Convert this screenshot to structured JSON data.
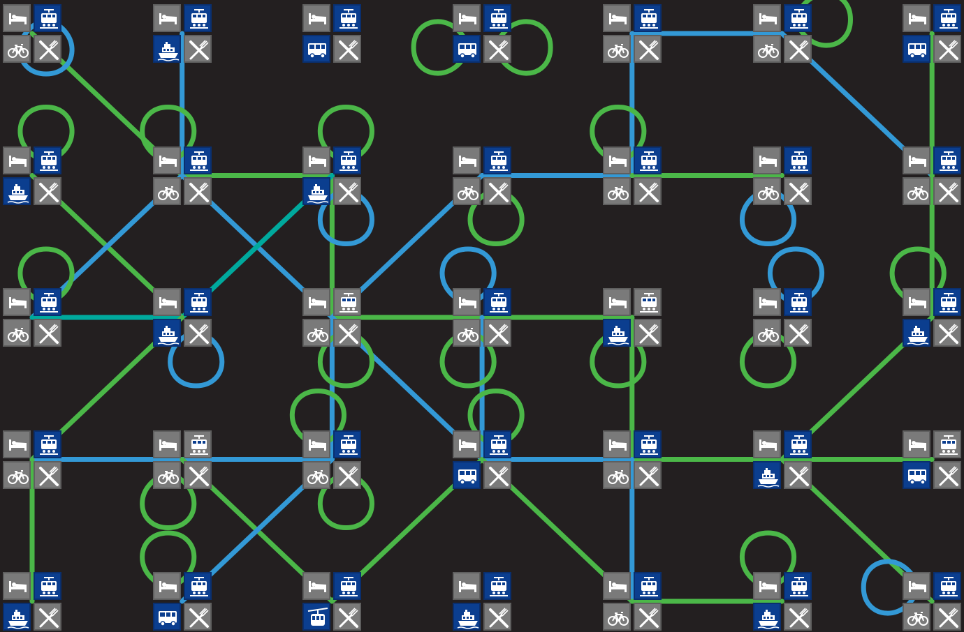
{
  "board": {
    "title": ""
  },
  "colors": {
    "background": "#231f20",
    "route_green": "#4bb748",
    "route_blue": "#3399d6",
    "route_teal": "#00a99d",
    "tile_gray": "#7a7a7a",
    "tile_blue": "#0b3e8f"
  },
  "grid": {
    "columns": 7,
    "rows": 5
  },
  "station_icon_legend": [
    "bed-icon",
    "tram-icon",
    "bicycle-icon",
    "ferry-icon",
    "bus-icon",
    "cable-car-icon",
    "fork-knife-icon"
  ],
  "stations": [
    {
      "col": 0,
      "row": 0,
      "icons": [
        "bed-icon",
        "tram-icon",
        "bicycle-icon",
        "fork-knife-icon"
      ],
      "highlight": [
        1
      ]
    },
    {
      "col": 1,
      "row": 0,
      "icons": [
        "bed-icon",
        "tram-icon",
        "ferry-icon",
        "fork-knife-icon"
      ],
      "highlight": [
        1,
        2
      ]
    },
    {
      "col": 2,
      "row": 0,
      "icons": [
        "bed-icon",
        "tram-icon",
        "bus-icon",
        "fork-knife-icon"
      ],
      "highlight": [
        1,
        2
      ]
    },
    {
      "col": 3,
      "row": 0,
      "icons": [
        "bed-icon",
        "tram-icon",
        "bus-icon",
        "fork-knife-icon"
      ],
      "highlight": [
        1,
        2
      ]
    },
    {
      "col": 4,
      "row": 0,
      "icons": [
        "bed-icon",
        "tram-icon",
        "bicycle-icon",
        "fork-knife-icon"
      ],
      "highlight": [
        1
      ]
    },
    {
      "col": 5,
      "row": 0,
      "icons": [
        "bed-icon",
        "tram-icon",
        "bicycle-icon",
        "fork-knife-icon"
      ],
      "highlight": [
        1
      ]
    },
    {
      "col": 6,
      "row": 0,
      "icons": [
        "bed-icon",
        "tram-icon",
        "bus-icon",
        "fork-knife-icon"
      ],
      "highlight": [
        1,
        2
      ]
    },
    {
      "col": 0,
      "row": 1,
      "icons": [
        "bed-icon",
        "tram-icon",
        "ferry-icon",
        "fork-knife-icon"
      ],
      "highlight": [
        1,
        2
      ]
    },
    {
      "col": 1,
      "row": 1,
      "icons": [
        "bed-icon",
        "tram-icon",
        "bicycle-icon",
        "fork-knife-icon"
      ],
      "highlight": [
        1
      ]
    },
    {
      "col": 2,
      "row": 1,
      "icons": [
        "bed-icon",
        "tram-icon",
        "ferry-icon",
        "fork-knife-icon"
      ],
      "highlight": [
        1,
        2
      ]
    },
    {
      "col": 3,
      "row": 1,
      "icons": [
        "bed-icon",
        "tram-icon",
        "bicycle-icon",
        "fork-knife-icon"
      ],
      "highlight": [
        1
      ]
    },
    {
      "col": 4,
      "row": 1,
      "icons": [
        "bed-icon",
        "tram-icon",
        "bicycle-icon",
        "fork-knife-icon"
      ],
      "highlight": [
        1
      ]
    },
    {
      "col": 5,
      "row": 1,
      "icons": [
        "bed-icon",
        "tram-icon",
        "bicycle-icon",
        "fork-knife-icon"
      ],
      "highlight": [
        1
      ]
    },
    {
      "col": 6,
      "row": 1,
      "icons": [
        "bed-icon",
        "tram-icon",
        "bicycle-icon",
        "fork-knife-icon"
      ],
      "highlight": [
        1
      ]
    },
    {
      "col": 0,
      "row": 2,
      "icons": [
        "bed-icon",
        "tram-icon",
        "bicycle-icon",
        "fork-knife-icon"
      ],
      "highlight": [
        1
      ]
    },
    {
      "col": 1,
      "row": 2,
      "icons": [
        "bed-icon",
        "tram-icon",
        "ferry-icon",
        "fork-knife-icon"
      ],
      "highlight": [
        1,
        2
      ]
    },
    {
      "col": 2,
      "row": 2,
      "icons": [
        "bed-icon",
        "tram-icon",
        "bicycle-icon",
        "fork-knife-icon"
      ],
      "highlight": []
    },
    {
      "col": 3,
      "row": 2,
      "icons": [
        "bed-icon",
        "tram-icon",
        "bicycle-icon",
        "fork-knife-icon"
      ],
      "highlight": [
        1
      ]
    },
    {
      "col": 4,
      "row": 2,
      "icons": [
        "bed-icon",
        "tram-icon",
        "ferry-icon",
        "fork-knife-icon"
      ],
      "highlight": [
        2
      ]
    },
    {
      "col": 5,
      "row": 2,
      "icons": [
        "bed-icon",
        "tram-icon",
        "bicycle-icon",
        "fork-knife-icon"
      ],
      "highlight": [
        1
      ]
    },
    {
      "col": 6,
      "row": 2,
      "icons": [
        "bed-icon",
        "tram-icon",
        "ferry-icon",
        "fork-knife-icon"
      ],
      "highlight": [
        1,
        2
      ]
    },
    {
      "col": 0,
      "row": 3,
      "icons": [
        "bed-icon",
        "tram-icon",
        "bicycle-icon",
        "fork-knife-icon"
      ],
      "highlight": [
        1
      ]
    },
    {
      "col": 1,
      "row": 3,
      "icons": [
        "bed-icon",
        "tram-icon",
        "bicycle-icon",
        "fork-knife-icon"
      ],
      "highlight": []
    },
    {
      "col": 2,
      "row": 3,
      "icons": [
        "bed-icon",
        "tram-icon",
        "bicycle-icon",
        "fork-knife-icon"
      ],
      "highlight": [
        1
      ]
    },
    {
      "col": 3,
      "row": 3,
      "icons": [
        "bed-icon",
        "tram-icon",
        "bus-icon",
        "fork-knife-icon"
      ],
      "highlight": [
        1,
        2
      ]
    },
    {
      "col": 4,
      "row": 3,
      "icons": [
        "bed-icon",
        "tram-icon",
        "bicycle-icon",
        "fork-knife-icon"
      ],
      "highlight": [
        1
      ]
    },
    {
      "col": 5,
      "row": 3,
      "icons": [
        "bed-icon",
        "tram-icon",
        "ferry-icon",
        "fork-knife-icon"
      ],
      "highlight": [
        1,
        2
      ]
    },
    {
      "col": 6,
      "row": 3,
      "icons": [
        "bed-icon",
        "tram-icon",
        "bus-icon",
        "fork-knife-icon"
      ],
      "highlight": [
        2
      ]
    },
    {
      "col": 0,
      "row": 4,
      "icons": [
        "bed-icon",
        "tram-icon",
        "ferry-icon",
        "fork-knife-icon"
      ],
      "highlight": [
        1,
        2
      ]
    },
    {
      "col": 1,
      "row": 4,
      "icons": [
        "bed-icon",
        "tram-icon",
        "bus-icon",
        "fork-knife-icon"
      ],
      "highlight": [
        1,
        2
      ]
    },
    {
      "col": 2,
      "row": 4,
      "icons": [
        "bed-icon",
        "tram-icon",
        "cable-car-icon",
        "fork-knife-icon"
      ],
      "highlight": [
        1,
        2
      ]
    },
    {
      "col": 3,
      "row": 4,
      "icons": [
        "bed-icon",
        "tram-icon",
        "ferry-icon",
        "fork-knife-icon"
      ],
      "highlight": [
        1,
        2
      ]
    },
    {
      "col": 4,
      "row": 4,
      "icons": [
        "bed-icon",
        "tram-icon",
        "bicycle-icon",
        "fork-knife-icon"
      ],
      "highlight": [
        1
      ]
    },
    {
      "col": 5,
      "row": 4,
      "icons": [
        "bed-icon",
        "tram-icon",
        "ferry-icon",
        "fork-knife-icon"
      ],
      "highlight": [
        1,
        2
      ]
    },
    {
      "col": 6,
      "row": 4,
      "icons": [
        "bed-icon",
        "tram-icon",
        "bicycle-icon",
        "fork-knife-icon"
      ],
      "highlight": [
        1
      ]
    }
  ],
  "connections": [
    {
      "from": [
        0,
        0
      ],
      "to": [
        1,
        1
      ],
      "color": "green"
    },
    {
      "from": [
        1,
        0
      ],
      "to": [
        1,
        1
      ],
      "color": "blue"
    },
    {
      "from": [
        4,
        0
      ],
      "to": [
        5,
        0
      ],
      "color": "blue"
    },
    {
      "from": [
        4,
        0
      ],
      "to": [
        4,
        1
      ],
      "color": "blue"
    },
    {
      "from": [
        5,
        0
      ],
      "to": [
        6,
        1
      ],
      "color": "blue"
    },
    {
      "from": [
        6,
        0
      ],
      "to": [
        6,
        1
      ],
      "color": "green"
    },
    {
      "from": [
        0,
        1
      ],
      "to": [
        1,
        2
      ],
      "color": "green"
    },
    {
      "from": [
        1,
        1
      ],
      "to": [
        2,
        1
      ],
      "color": "green"
    },
    {
      "from": [
        1,
        1
      ],
      "to": [
        0,
        2
      ],
      "color": "blue"
    },
    {
      "from": [
        1,
        1
      ],
      "to": [
        2,
        2
      ],
      "color": "blue"
    },
    {
      "from": [
        2,
        1
      ],
      "to": [
        2,
        2
      ],
      "color": "green"
    },
    {
      "from": [
        2,
        1
      ],
      "to": [
        1,
        2
      ],
      "color": "teal"
    },
    {
      "from": [
        3,
        1
      ],
      "to": [
        4,
        1
      ],
      "color": "blue"
    },
    {
      "from": [
        3,
        1
      ],
      "to": [
        2,
        2
      ],
      "color": "blue"
    },
    {
      "from": [
        4,
        1
      ],
      "to": [
        5,
        1
      ],
      "color": "green"
    },
    {
      "from": [
        6,
        1
      ],
      "to": [
        6,
        2
      ],
      "color": "green"
    },
    {
      "from": [
        0,
        2
      ],
      "to": [
        1,
        2
      ],
      "color": "teal"
    },
    {
      "from": [
        2,
        2
      ],
      "to": [
        3,
        2
      ],
      "color": "green"
    },
    {
      "from": [
        3,
        2
      ],
      "to": [
        4,
        2
      ],
      "color": "green"
    },
    {
      "from": [
        1,
        2
      ],
      "to": [
        0,
        3
      ],
      "color": "green"
    },
    {
      "from": [
        2,
        2
      ],
      "to": [
        2,
        3
      ],
      "color": "blue"
    },
    {
      "from": [
        2,
        2
      ],
      "to": [
        3,
        3
      ],
      "color": "blue"
    },
    {
      "from": [
        3,
        2
      ],
      "to": [
        3,
        3
      ],
      "color": "blue"
    },
    {
      "from": [
        4,
        2
      ],
      "to": [
        4,
        3
      ],
      "color": "green"
    },
    {
      "from": [
        6,
        2
      ],
      "to": [
        5,
        3
      ],
      "color": "green"
    },
    {
      "from": [
        0,
        3
      ],
      "to": [
        1,
        3
      ],
      "color": "blue"
    },
    {
      "from": [
        1,
        3
      ],
      "to": [
        2,
        3
      ],
      "color": "blue"
    },
    {
      "from": [
        3,
        3
      ],
      "to": [
        4,
        3
      ],
      "color": "blue"
    },
    {
      "from": [
        4,
        3
      ],
      "to": [
        5,
        3
      ],
      "color": "green"
    },
    {
      "from": [
        5,
        3
      ],
      "to": [
        6,
        3
      ],
      "color": "green"
    },
    {
      "from": [
        0,
        3
      ],
      "to": [
        0,
        4
      ],
      "color": "green"
    },
    {
      "from": [
        1,
        3
      ],
      "to": [
        2,
        4
      ],
      "color": "green"
    },
    {
      "from": [
        2,
        3
      ],
      "to": [
        1,
        4
      ],
      "color": "blue"
    },
    {
      "from": [
        3,
        3
      ],
      "to": [
        2,
        4
      ],
      "color": "green"
    },
    {
      "from": [
        3,
        3
      ],
      "to": [
        4,
        4
      ],
      "color": "green"
    },
    {
      "from": [
        4,
        3
      ],
      "to": [
        4,
        4
      ],
      "color": "blue"
    },
    {
      "from": [
        5,
        3
      ],
      "to": [
        6,
        4
      ],
      "color": "green"
    },
    {
      "from": [
        4,
        4
      ],
      "to": [
        5,
        4
      ],
      "color": "green"
    }
  ],
  "loops": [
    {
      "station": [
        0,
        0
      ],
      "corner": "tr",
      "orient": "down",
      "color": "blue"
    },
    {
      "station": [
        1,
        1
      ],
      "corner": "tl",
      "orient": "up",
      "color": "green"
    },
    {
      "station": [
        3,
        0
      ],
      "corner": "bl",
      "orient": "left",
      "color": "green"
    },
    {
      "station": [
        3,
        0
      ],
      "corner": "br",
      "orient": "right",
      "color": "green"
    },
    {
      "station": [
        5,
        0
      ],
      "corner": "tr",
      "orient": "right",
      "color": "green"
    },
    {
      "station": [
        0,
        1
      ],
      "corner": "tr",
      "orient": "up",
      "color": "green"
    },
    {
      "station": [
        2,
        1
      ],
      "corner": "tr",
      "orient": "up",
      "color": "green"
    },
    {
      "station": [
        2,
        1
      ],
      "corner": "br",
      "orient": "down",
      "color": "blue"
    },
    {
      "station": [
        3,
        1
      ],
      "corner": "br",
      "orient": "down",
      "color": "green"
    },
    {
      "station": [
        4,
        1
      ],
      "corner": "tl",
      "orient": "up",
      "color": "green"
    },
    {
      "station": [
        5,
        1
      ],
      "corner": "bl",
      "orient": "down",
      "color": "blue"
    },
    {
      "station": [
        0,
        2
      ],
      "corner": "tr",
      "orient": "up",
      "color": "green"
    },
    {
      "station": [
        1,
        2
      ],
      "corner": "br",
      "orient": "down",
      "color": "blue"
    },
    {
      "station": [
        2,
        2
      ],
      "corner": "br",
      "orient": "down",
      "color": "green"
    },
    {
      "station": [
        3,
        2
      ],
      "corner": "tl",
      "orient": "up",
      "color": "blue"
    },
    {
      "station": [
        3,
        2
      ],
      "corner": "bl",
      "orient": "down",
      "color": "green"
    },
    {
      "station": [
        4,
        2
      ],
      "corner": "bl",
      "orient": "down",
      "color": "green"
    },
    {
      "station": [
        5,
        2
      ],
      "corner": "tr",
      "orient": "up",
      "color": "blue"
    },
    {
      "station": [
        5,
        2
      ],
      "corner": "bl",
      "orient": "down",
      "color": "green"
    },
    {
      "station": [
        6,
        2
      ],
      "corner": "tl",
      "orient": "up",
      "color": "green"
    },
    {
      "station": [
        1,
        3
      ],
      "corner": "bl",
      "orient": "down",
      "color": "green"
    },
    {
      "station": [
        2,
        3
      ],
      "corner": "tl",
      "orient": "up",
      "color": "green"
    },
    {
      "station": [
        2,
        3
      ],
      "corner": "br",
      "orient": "down",
      "color": "green"
    },
    {
      "station": [
        3,
        3
      ],
      "corner": "tr",
      "orient": "up",
      "color": "green"
    },
    {
      "station": [
        1,
        4
      ],
      "corner": "tl",
      "orient": "up",
      "color": "green"
    },
    {
      "station": [
        5,
        4
      ],
      "corner": "tl",
      "orient": "up",
      "color": "green"
    },
    {
      "station": [
        6,
        4
      ],
      "corner": "tl",
      "orient": "left",
      "color": "blue"
    }
  ]
}
